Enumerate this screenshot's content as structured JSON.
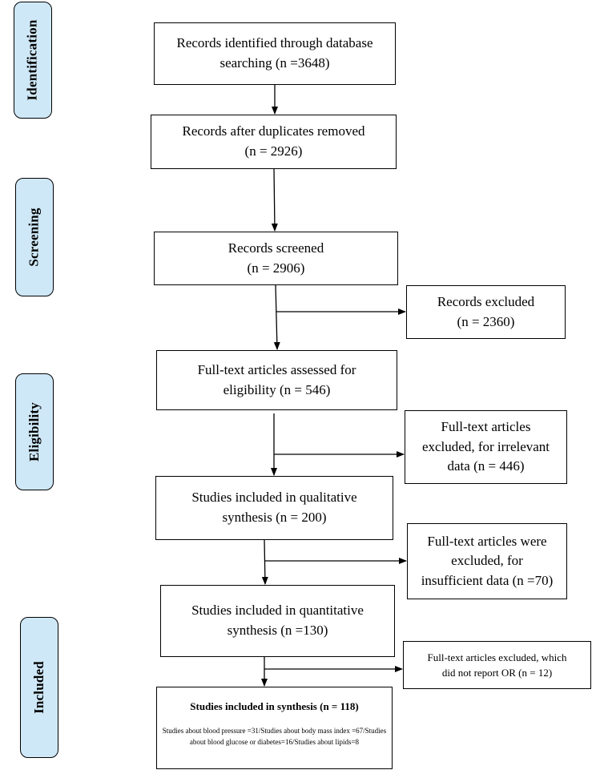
{
  "stages": {
    "identification": "Identification",
    "screening": "Screening",
    "eligibility": "Eligibility",
    "included": "Included"
  },
  "boxes": {
    "identified": {
      "line1": "Records identified through database",
      "line2": "searching (n =3648)"
    },
    "duplicates": {
      "line1": "Records after duplicates removed",
      "line2": "(n = 2926)"
    },
    "screened": {
      "line1": "Records screened",
      "line2": "(n = 2906)"
    },
    "excluded": {
      "line1": "Records excluded",
      "line2": "(n = 2360)"
    },
    "fulltext": {
      "line1": "Full-text articles assessed for",
      "line2": "eligibility (n = 546)"
    },
    "irrelevant": {
      "line1": "Full-text articles",
      "line2": "excluded, for irrelevant",
      "line3": "data (n = 446)"
    },
    "qualitative": {
      "line1": "Studies included in qualitative",
      "line2": "synthesis (n = 200)"
    },
    "insufficient": {
      "line1": "Full-text articles were",
      "line2": "excluded, for",
      "line3": "insufficient data (n =70)"
    },
    "quantitative": {
      "line1": "Studies included in quantitative",
      "line2": "synthesis (n =130)"
    },
    "no_or": {
      "line1": "Full-text articles excluded, which",
      "line2": "did not report OR (n = 12)"
    },
    "final": {
      "title": "Studies included in synthesis (n = 118)",
      "body": "Studies about blood pressure =31/Studies about body mass index =67/Studies about blood glucose or diabetes=16/Studies about lipids=8"
    }
  }
}
